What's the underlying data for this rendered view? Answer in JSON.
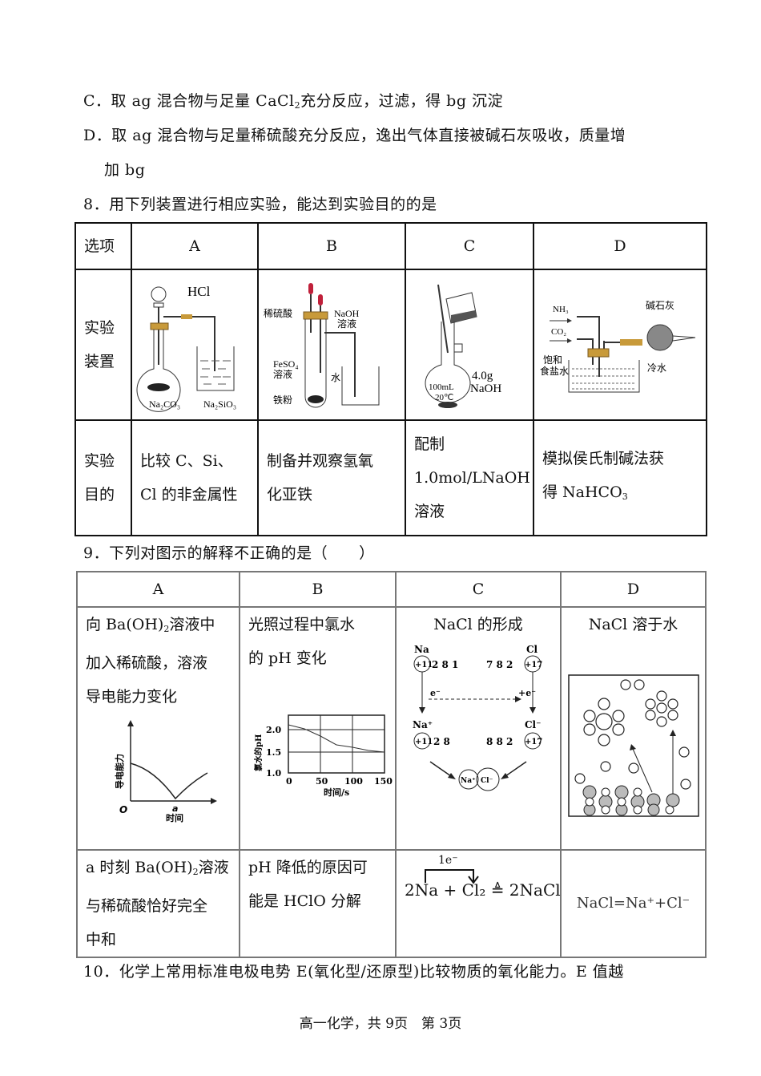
{
  "question7_options": {
    "C": {
      "label": "C．",
      "text_pre": "取 ag 混合物与足量 CaCl",
      "sub": "2",
      "text_post": "充分反应，过滤，得 bg 沉淀"
    },
    "D": {
      "label": "D．",
      "text_line1": "取 ag 混合物与足量稀硫酸充分反应，逸出气体直接被碱石灰吸收，质量增",
      "text_line2": "加 bg"
    }
  },
  "question8": {
    "stem": "8．用下列装置进行相应实验，能达到实验目的的是",
    "table": {
      "header": [
        "选项",
        "A",
        "B",
        "C",
        "D"
      ],
      "apparatus_row_label": [
        "实验",
        "装置"
      ],
      "purpose_row_label": [
        "实验",
        "目的"
      ],
      "figures": {
        "A": {
          "labels": [
            "HCl",
            "Na₂CO₃",
            "Na₂SiO₃"
          ]
        },
        "B": {
          "labels": [
            "稀硫酸",
            "NaOH",
            "溶液",
            "FeSO₄",
            "溶液",
            "水",
            "铁粉"
          ]
        },
        "C": {
          "labels": [
            "4.0g",
            "NaOH",
            "100mL",
            "20℃"
          ]
        },
        "D": {
          "labels": [
            "NH₃",
            "CO₂",
            "碱石灰",
            "饱和",
            "食盐水",
            "冷水"
          ]
        }
      },
      "purposes": {
        "A": [
          "比较 C、Si、",
          "Cl 的非金属性"
        ],
        "B": [
          "制备并观察氢氧",
          "化亚铁"
        ],
        "C": [
          "配制",
          "1.0mol/LNaOH",
          "溶液"
        ],
        "D_line1": "模拟侯氏制碱法获",
        "D_line2_pre": "得 NaHCO",
        "D_line2_sub": "3"
      }
    }
  },
  "question9": {
    "stem": "9．下列对图示的解释不正确的是（　　）",
    "header": [
      "A",
      "B",
      "C",
      "D"
    ],
    "descriptions": {
      "A_pre": "向 Ba(OH)",
      "A_sub": "2",
      "A_post": "溶液中",
      "A_line2": "加入稀硫酸，溶液",
      "A_line3": "导电能力变化",
      "B_line1": "光照过程中氯水",
      "B_line2": "的 pH 变化",
      "C": "NaCl 的形成",
      "D": "NaCl 溶于水"
    },
    "figures": {
      "A": {
        "ylabel": "导电能力",
        "xlabel": "时间",
        "origin": "O",
        "mark": "a"
      },
      "B": {
        "ylabel": "氯水的pH",
        "xlabel": "时间/s",
        "yticks": [
          "2.0",
          "1.5",
          "1.0"
        ],
        "xticks": [
          "0",
          "50",
          "100",
          "150"
        ]
      },
      "C": {
        "labels": [
          "Na",
          "+11",
          "2 8 1",
          "Cl",
          "+17",
          "7 8 2",
          "e⁻",
          "+e⁻",
          "Na⁺",
          "+11",
          "2 8",
          "Cl⁻",
          "+17",
          "8 8 2",
          "Na⁺",
          "Cl⁻"
        ]
      },
      "D": {
        "description": "hydrated ions diagram"
      }
    },
    "explanations": {
      "A_pre": "a 时刻 Ba(OH)",
      "A_sub": "2",
      "A_post": "溶液",
      "A_line2": "与稀硫酸恰好完全",
      "A_line3": "中和",
      "B_line1": "pH 降低的原因可",
      "B_line2": "能是 HClO 分解",
      "C_electron": "1e⁻",
      "C_equation": "2Na + Cl₂ ≜ 2NaCl",
      "D_equation": "NaCl=Na⁺+Cl⁻"
    }
  },
  "question10": {
    "stem": "10．化学上常用标准电极电势 E(氧化型/还原型)比较物质的氧化能力。E 值越"
  },
  "footer": {
    "text": "高一化学，共 9页　第 3页"
  }
}
